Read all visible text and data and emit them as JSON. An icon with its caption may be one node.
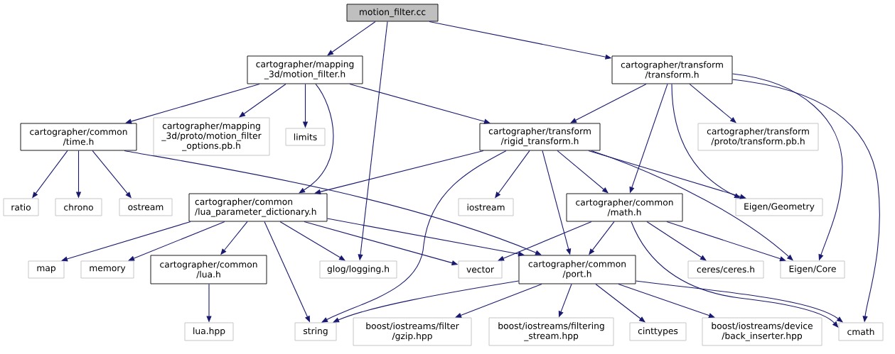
{
  "diagram": {
    "nodes": [
      {
        "text": [
          "motion_filter.cc"
        ]
      },
      {
        "text": [
          "cartographer/mapping _3d/motion_filter.h"
        ]
      },
      {
        "text": [
          "cartographer/transform /transform.h"
        ]
      },
      {
        "text": [
          "cartographer/common /time.h"
        ]
      },
      {
        "text": [
          "cartographer/mapping _3d/proto/motion_filter _options.pb.h"
        ]
      },
      {
        "text": [
          "limits"
        ]
      },
      {
        "text": [
          "cartographer/transform /rigid_transform.h"
        ]
      },
      {
        "text": [
          "cartographer/transform /proto/transform.pb.h"
        ]
      },
      {
        "text": [
          "ratio"
        ]
      },
      {
        "text": [
          "chrono"
        ]
      },
      {
        "text": [
          "ostream"
        ]
      },
      {
        "text": [
          "cartographer/common /lua_parameter_dictionary.h"
        ]
      },
      {
        "text": [
          "iostream"
        ]
      },
      {
        "text": [
          "cartographer/common /math.h"
        ]
      },
      {
        "text": [
          "Eigen/Geometry"
        ]
      },
      {
        "text": [
          "map"
        ]
      },
      {
        "text": [
          "memory"
        ]
      },
      {
        "text": [
          "cartographer/common /lua.h"
        ]
      },
      {
        "text": [
          "glog/logging.h"
        ]
      },
      {
        "text": [
          "vector"
        ]
      },
      {
        "text": [
          "cartographer/common /port.h"
        ]
      },
      {
        "text": [
          "ceres/ceres.h"
        ]
      },
      {
        "text": [
          "Eigen/Core"
        ]
      },
      {
        "text": [
          "lua.hpp"
        ]
      },
      {
        "text": [
          "string"
        ]
      },
      {
        "text": [
          "boost/iostreams/filter /gzip.hpp"
        ]
      },
      {
        "text": [
          "boost/iostreams/filtering _stream.hpp"
        ]
      },
      {
        "text": [
          "cinttypes"
        ]
      },
      {
        "text": [
          "boost/iostreams/device /back_inserter.hpp"
        ]
      },
      {
        "text": [
          "cmath"
        ]
      }
    ],
    "edges": [
      {
        "from": 0,
        "to": 1,
        "arrow": "to"
      },
      {
        "from": 0,
        "to": 18,
        "arrow": "to"
      },
      {
        "from": 0,
        "to": 2,
        "arrow": "to"
      },
      {
        "from": 1,
        "to": 3,
        "arrow": "to"
      },
      {
        "from": 1,
        "to": 4,
        "arrow": "to"
      },
      {
        "from": 1,
        "to": 5,
        "arrow": "to"
      },
      {
        "from": 1,
        "to": 11,
        "arrow": "to"
      },
      {
        "from": 1,
        "to": 6,
        "arrow": "to"
      },
      {
        "from": 2,
        "to": 6,
        "arrow": "to"
      },
      {
        "from": 2,
        "to": 13,
        "arrow": "to"
      },
      {
        "from": 2,
        "to": 14,
        "arrow": "to"
      },
      {
        "from": 2,
        "to": 7,
        "arrow": "to"
      },
      {
        "from": 2,
        "to": 22,
        "arrow": "to"
      },
      {
        "from": 2,
        "to": 29,
        "arrow": "to"
      },
      {
        "from": 3,
        "to": 8,
        "arrow": "to"
      },
      {
        "from": 3,
        "to": 9,
        "arrow": "to"
      },
      {
        "from": 3,
        "to": 10,
        "arrow": "to"
      },
      {
        "from": 3,
        "to": 20,
        "arrow": "to"
      },
      {
        "from": 6,
        "to": 11,
        "arrow": "to"
      },
      {
        "from": 6,
        "to": 24,
        "arrow": "to"
      },
      {
        "from": 6,
        "to": 12,
        "arrow": "to"
      },
      {
        "from": 6,
        "to": 20,
        "arrow": "to"
      },
      {
        "from": 6,
        "to": 13,
        "arrow": "to"
      },
      {
        "from": 6,
        "to": 14,
        "arrow": "to"
      },
      {
        "from": 6,
        "to": 22,
        "arrow": "to"
      },
      {
        "from": 11,
        "to": 15,
        "arrow": "to"
      },
      {
        "from": 11,
        "to": 16,
        "arrow": "to"
      },
      {
        "from": 11,
        "to": 17,
        "arrow": "to"
      },
      {
        "from": 11,
        "to": 24,
        "arrow": "to"
      },
      {
        "from": 11,
        "to": 18,
        "arrow": "to"
      },
      {
        "from": 11,
        "to": 19,
        "arrow": "to"
      },
      {
        "from": 11,
        "to": 20,
        "arrow": "to"
      },
      {
        "from": 13,
        "to": 19,
        "arrow": "to"
      },
      {
        "from": 13,
        "to": 20,
        "arrow": "to"
      },
      {
        "from": 13,
        "to": 29,
        "arrow": "to"
      },
      {
        "from": 13,
        "to": 21,
        "arrow": "to"
      },
      {
        "from": 13,
        "to": 22,
        "arrow": "to"
      },
      {
        "from": 17,
        "to": 23,
        "arrow": "to"
      },
      {
        "from": 20,
        "to": 24,
        "arrow": "to"
      },
      {
        "from": 20,
        "to": 25,
        "arrow": "to"
      },
      {
        "from": 20,
        "to": 26,
        "arrow": "to"
      },
      {
        "from": 20,
        "to": 27,
        "arrow": "to"
      },
      {
        "from": 20,
        "to": 28,
        "arrow": "to"
      },
      {
        "from": 20,
        "to": 29,
        "arrow": "to"
      }
    ]
  }
}
